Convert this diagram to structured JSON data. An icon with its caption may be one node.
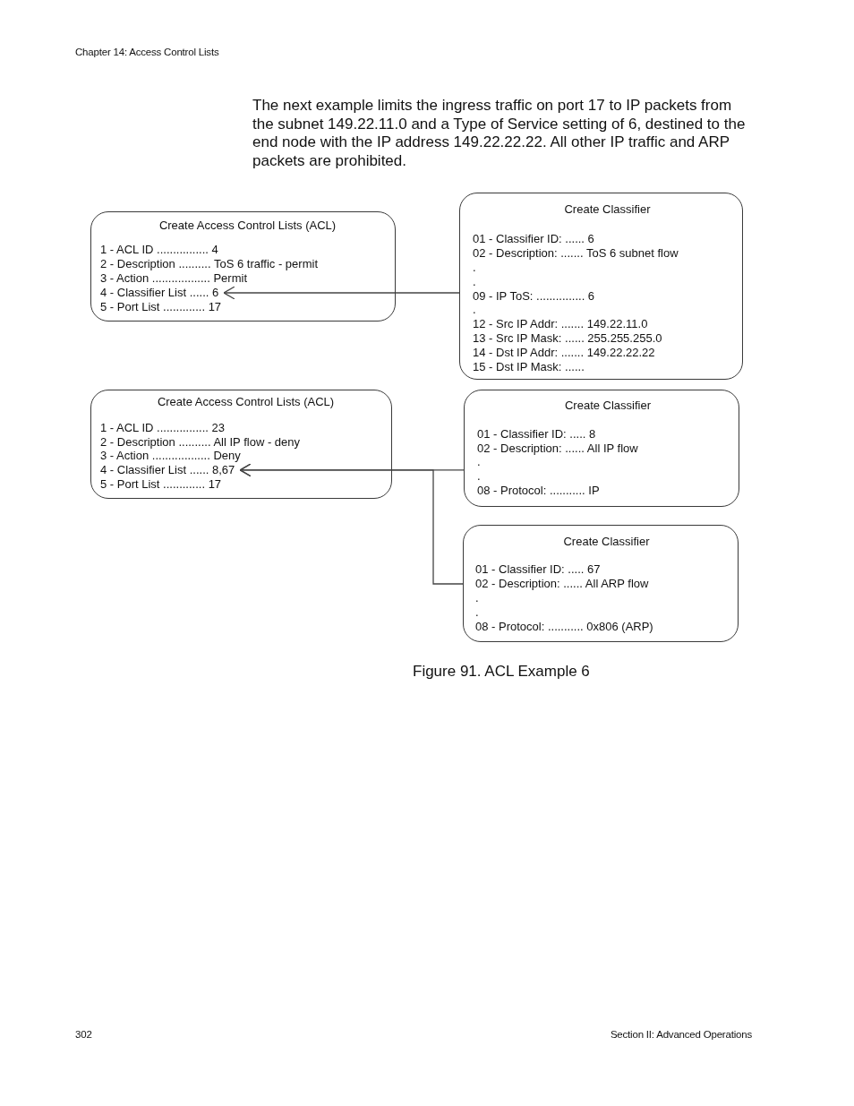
{
  "diagram": {
    "caption": "Figure 91. ACL Example 6",
    "nodes": [
      {
        "text": [
          "Create Access Control Lists (ACL)",
          "1 - ACL ID ................ 4",
          "2 - Description .......... ToS 6 traffic - permit",
          "3 - Action .................. Permit",
          "5 - Port List ............. 17"
        ]
      },
      {
        "text": [
          "4 - Classifier List ...... 6"
        ],
        "in": 0
      },
      {
        "text": [
          "Create Classifier",
          "01 - Classifier ID: ...... 6",
          "02 - Description: ....... ToS 6 subnet flow",
          ".",
          ".",
          "09 - IP ToS: ............... 6",
          ".",
          "12 - Src IP Addr: ....... 149.22.11.0",
          "13 - Src IP Mask: ...... 255.255.255.0",
          "14 - Dst IP Addr: ....... 149.22.22.22",
          "15 - Dst IP Mask: ......"
        ]
      },
      {
        "text": [
          "Create Access Control Lists (ACL)",
          "1 - ACL ID ................ 23",
          "2 - Description .......... All IP flow - deny",
          "3 - Action .................. Deny",
          "5 - Port List ............. 17"
        ]
      },
      {
        "text": [
          "4 - Classifier List ...... 8,67"
        ],
        "in": 3
      },
      {
        "text": [
          "Create Classifier",
          "01 - Classifier ID: ..... 8",
          "02 - Description: ...... All IP flow",
          ".",
          ".",
          "08 - Protocol: ........... IP"
        ]
      },
      {
        "text": [
          "Create Classifier",
          "01 - Classifier ID: ..... 67",
          "02 - Description: ...... All ARP flow",
          ".",
          ".",
          "08 - Protocol: ........... 0x806 (ARP)"
        ]
      }
    ],
    "edges": [
      {
        "from": 2,
        "to": 1,
        "arrow": "to"
      },
      {
        "from": 5,
        "to": 4,
        "arrow": "to"
      },
      {
        "from": 6,
        "to": 4,
        "arrow": "to"
      }
    ],
    "labels": [
      "Chapter 14: Access Control Lists",
      "The next example limits the ingress traffic on port 17 to IP packets from the subnet 149.22.11.0 and a Type of Service setting of 6, destined to the end node with the IP address 149.22.22.22. All other IP traffic and ARP packets are prohibited.",
      "302",
      "Section II: Advanced Operations"
    ]
  }
}
